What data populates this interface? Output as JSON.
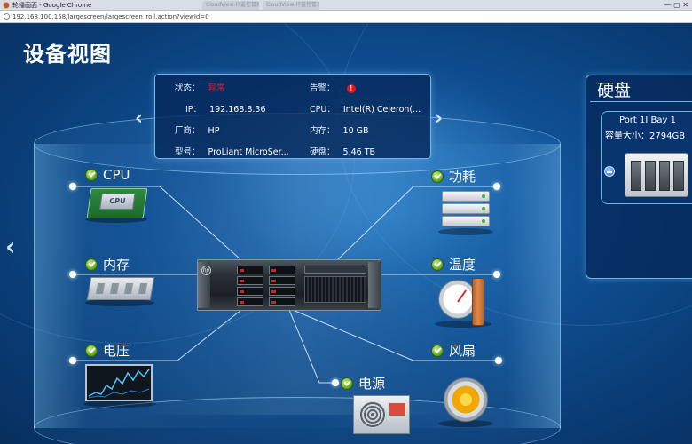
{
  "browser": {
    "window_title": "轮播画面 - Google Chrome",
    "tab_ghost_1": "CloudView-IT监控管理平...",
    "tab_ghost_2": "CloudView-IT监控管理平...",
    "window_controls": "— ▢ ✕",
    "url": "192.168.100.158/largescreen/largescreen_roll.action?viewId=0"
  },
  "page": {
    "title": "设备视图"
  },
  "device_info": {
    "status_label": "状态：",
    "status_value": "异常",
    "alarm_label": "告警：",
    "alarm_icon": "!",
    "ip_label": "IP：",
    "ip_value": "192.168.8.36",
    "cpu_label": "CPU：",
    "cpu_value": "Intel(R) Celeron(...",
    "vendor_label": "厂商：",
    "vendor_value": "HP",
    "memory_label": "内存：",
    "memory_value": "10 GB",
    "model_label": "型号：",
    "model_value": "ProLiant MicroSer...",
    "disk_label": "硬盘：",
    "disk_value": "5.46 TB"
  },
  "nav": {
    "prev": "‹",
    "next": "›",
    "page_prev": "‹"
  },
  "components": {
    "cpu": "CPU",
    "memory": "内存",
    "voltage": "电压",
    "power": "功耗",
    "temperature": "温度",
    "fan": "风扇",
    "psu": "电源"
  },
  "server_logo": "hp",
  "cpu_chip_text": "CPU",
  "disk_panel": {
    "title": "硬盘",
    "disk_name": "Port 1I Bay 1",
    "capacity": "容量大小：2794GB"
  },
  "colors": {
    "status_error": "#e02020",
    "ok_green": "#5aa21c",
    "panel_border": "#6fb6ee"
  }
}
